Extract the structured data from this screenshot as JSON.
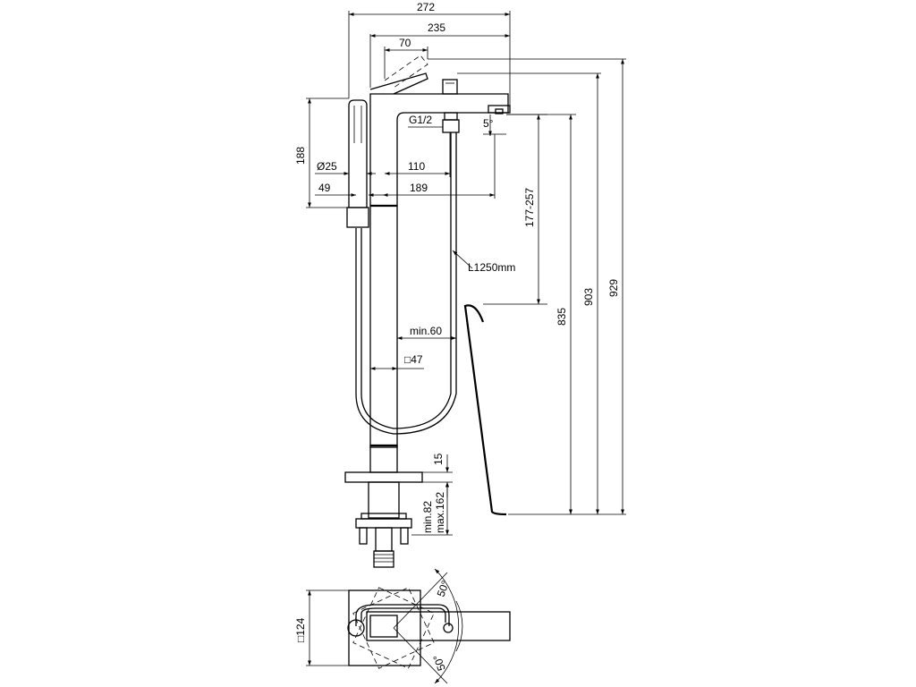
{
  "dimensions": {
    "d272": "272",
    "d235": "235",
    "d70": "70",
    "g12": "G1/2",
    "d5": "5°",
    "d188": "188",
    "d25": "Ø25",
    "d110": "110",
    "d49": "49",
    "d189": "189",
    "d177_257": "177-257",
    "hose": "L1250mm",
    "d835": "835",
    "d903": "903",
    "d929": "929",
    "min60": "min.60",
    "sq47": "□47",
    "d15": "15",
    "min82": "min.82",
    "max162": "max.162",
    "sq124": "□124",
    "ang50a": "50°",
    "ang50b": "50°"
  }
}
